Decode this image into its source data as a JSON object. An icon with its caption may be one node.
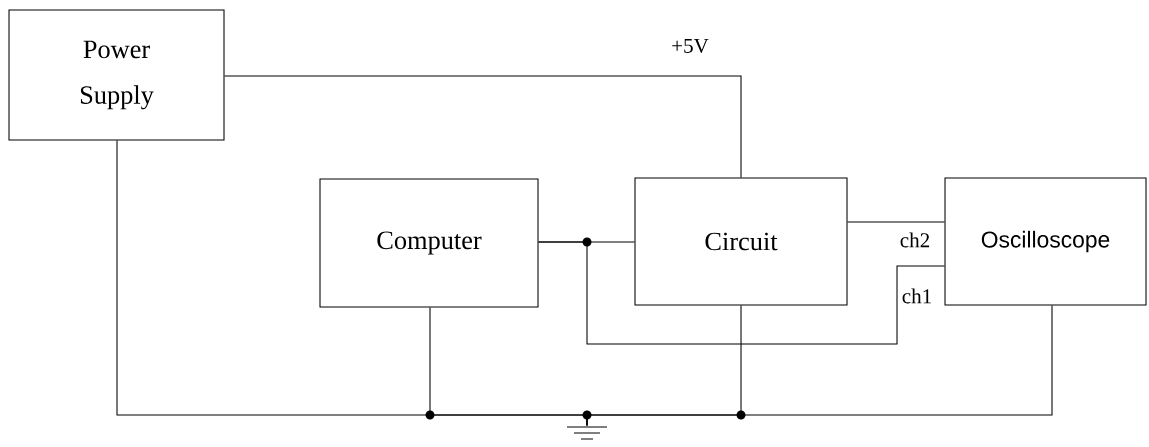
{
  "diagram": {
    "nodes": [
      {
        "text": [
          "Power Supply"
        ]
      },
      {
        "text": [
          "Computer"
        ]
      },
      {
        "text": [
          "Circuit"
        ]
      },
      {
        "text": [
          "Oscilloscope"
        ]
      },
      {
        "text": [],
        "shape": "ground"
      }
    ],
    "edges": [
      {
        "from": 0,
        "to": 2,
        "arrow": "none",
        "label": "+5V"
      },
      {
        "from": 1,
        "to": 2,
        "arrow": "none"
      },
      {
        "from": 2,
        "to": 3,
        "arrow": "none",
        "label": "ch2"
      },
      {
        "from": 1,
        "to": 3,
        "arrow": "none",
        "label": "ch1"
      },
      {
        "from": 0,
        "to": 4,
        "arrow": "none"
      },
      {
        "from": 1,
        "to": 4,
        "arrow": "none"
      },
      {
        "from": 2,
        "to": 4,
        "arrow": "none"
      },
      {
        "from": 3,
        "to": 4,
        "arrow": "none"
      }
    ]
  }
}
